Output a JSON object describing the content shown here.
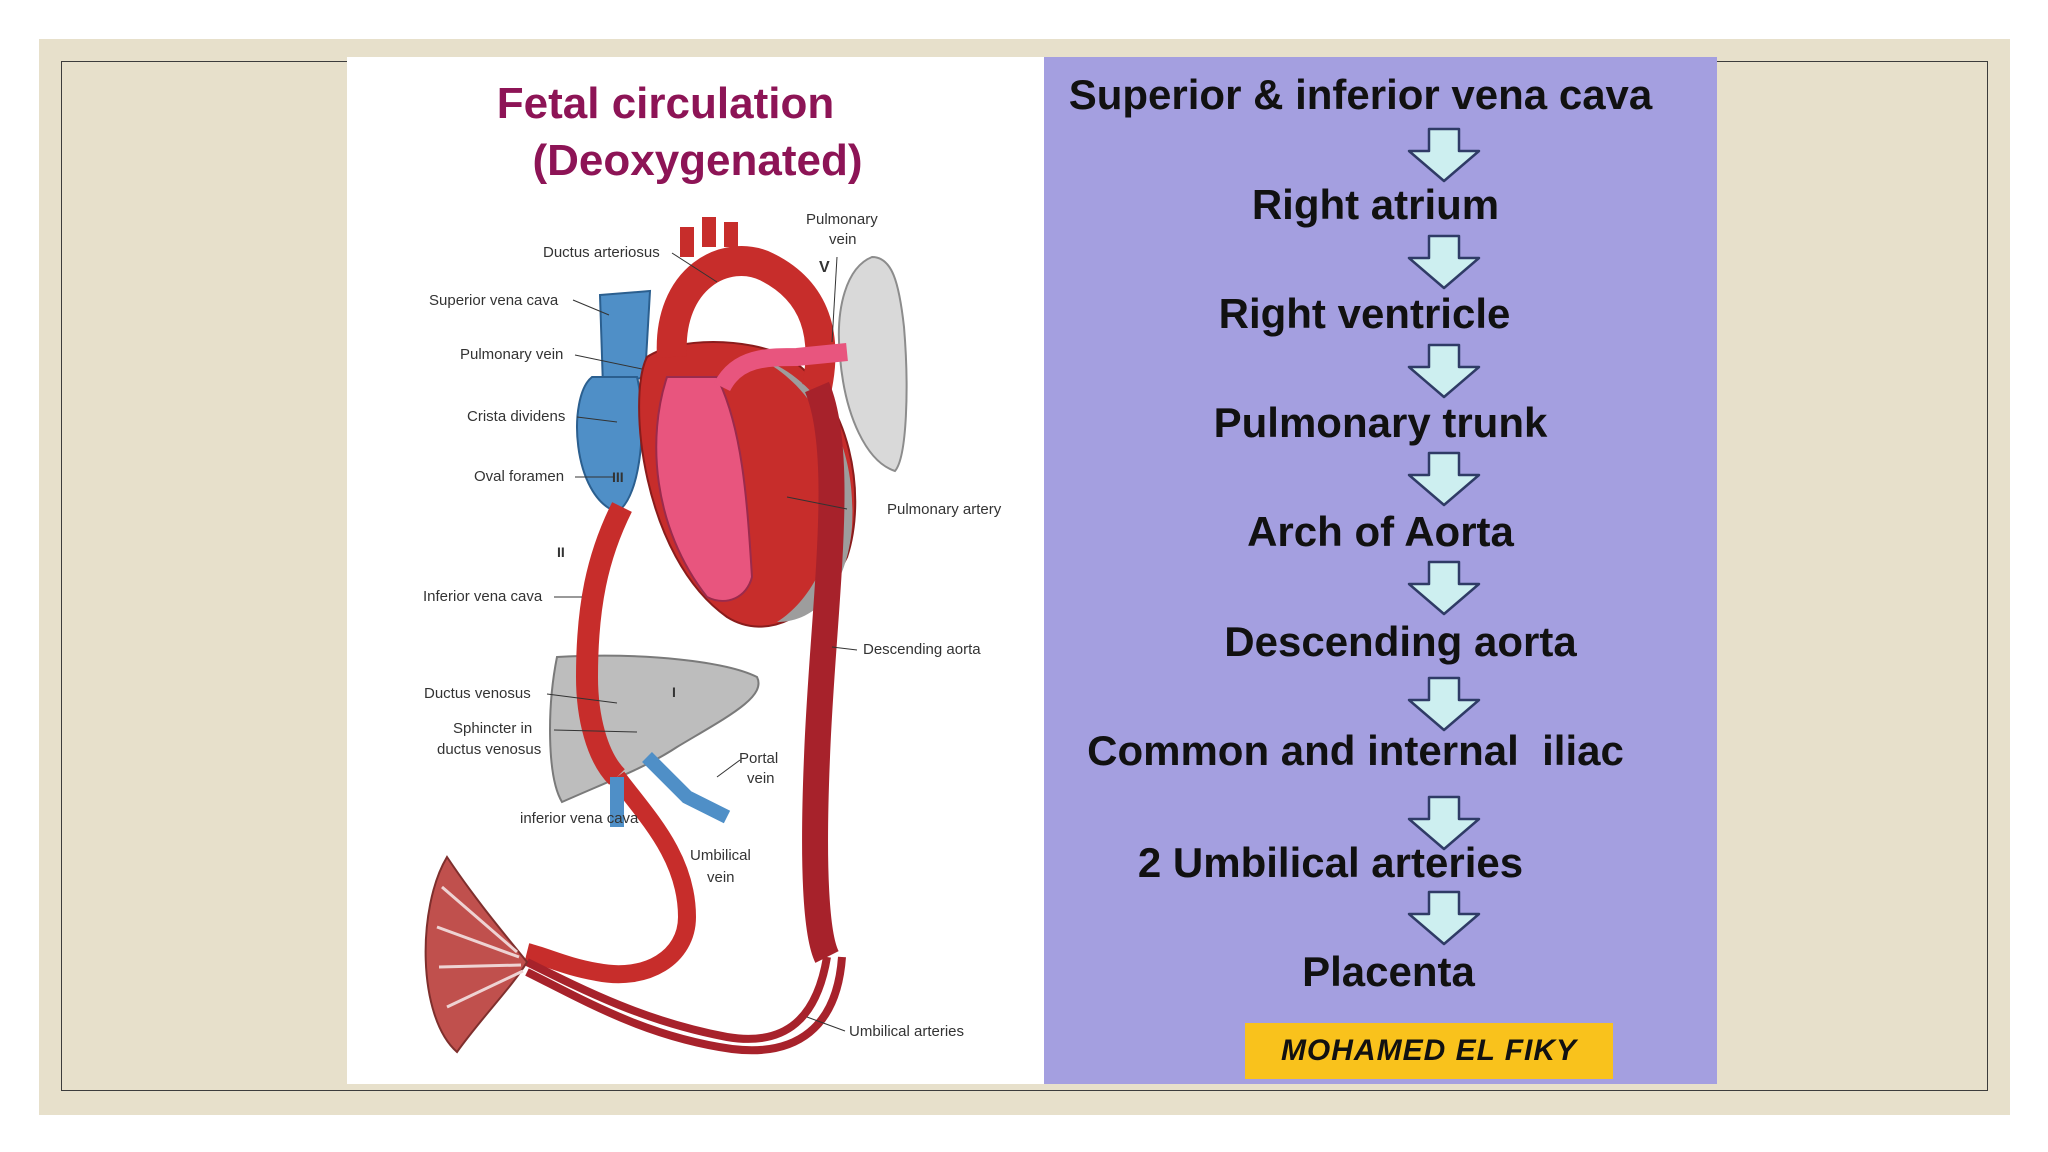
{
  "diagram": {
    "title_line1": "Fetal circulation",
    "title_line2": "(Deoxygenated)",
    "labels": {
      "ductus_arteriosus": "Ductus arteriosus",
      "superior_vena_cava": "Superior vena cava",
      "pulmonary_vein_left": "Pulmonary vein",
      "crista_dividens": "Crista dividens",
      "oval_foramen": "Oval foramen",
      "inferior_vena_cava": "Inferior vena cava",
      "ductus_venosus": "Ductus venosus",
      "sphincter_1": "Sphincter in",
      "sphincter_2": "ductus venosus",
      "inferior_vena_cava_lower": "inferior vena cava",
      "pulmonary_vein_top_1": "Pulmonary",
      "pulmonary_vein_top_2": "vein",
      "pulmonary_artery": "Pulmonary artery",
      "descending_aorta": "Descending aorta",
      "portal_vein_1": "Portal",
      "portal_vein_2": "vein",
      "umbilical_vein_1": "Umbilical",
      "umbilical_vein_2": "vein",
      "umbilical_arteries": "Umbilical arteries",
      "roman_v": "V",
      "roman_iii": "III",
      "roman_ii": "II",
      "roman_i": "I"
    }
  },
  "pathway": {
    "steps": [
      "Superior & inferior vena cava",
      "Right atrium",
      "Right ventricle",
      "Pulmonary trunk",
      "Arch of Aorta",
      "Descending aorta",
      "Common and internal  iliac",
      "2 Umbilical arteries",
      "Placenta"
    ],
    "arrow_icon": "down-arrow-icon",
    "arrow_color": "#cdeff0",
    "signature": "MOHAMED EL FIKY",
    "signature_bg": "#f9c21c"
  },
  "colors": {
    "slide_bg": "#e7e0cb",
    "panel_bg": "#a49fe0",
    "title_color": "#8d1456",
    "artery_red": "#c72d2b",
    "vein_blue": "#4f8fc7"
  }
}
